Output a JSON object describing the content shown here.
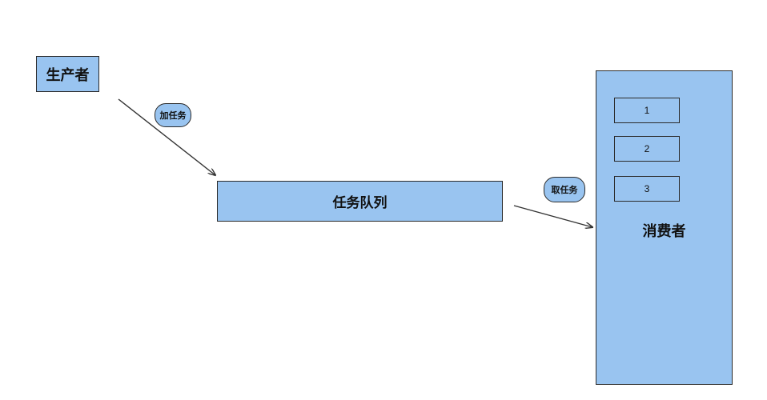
{
  "producer": {
    "label": "生产者"
  },
  "queue": {
    "label": "任务队列"
  },
  "consumer": {
    "label": "消费者",
    "slots": [
      "1",
      "2",
      "3"
    ]
  },
  "edges": {
    "add_task": "加任务",
    "take_task": "取任务"
  },
  "colors": {
    "box_fill": "#99c4f0",
    "stroke": "#2b2b2b",
    "arrow": "#333333"
  }
}
